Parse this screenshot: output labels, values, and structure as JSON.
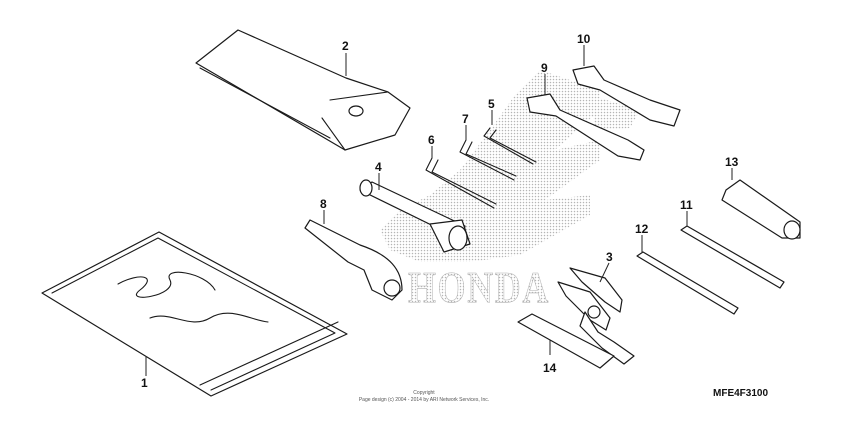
{
  "diagram": {
    "parts": [
      {
        "id": "tool-bag-manual",
        "number": "1"
      },
      {
        "id": "tool-case",
        "number": "2"
      },
      {
        "id": "pliers",
        "number": "3"
      },
      {
        "id": "spark-plug-wrench",
        "number": "4"
      },
      {
        "id": "hex-wrench-small",
        "number": "5"
      },
      {
        "id": "hex-wrench-large",
        "number": "6"
      },
      {
        "id": "hex-wrench-medium",
        "number": "7"
      },
      {
        "id": "pin-spanner",
        "number": "8"
      },
      {
        "id": "open-end-wrench-a",
        "number": "9"
      },
      {
        "id": "open-end-wrench-b",
        "number": "10"
      },
      {
        "id": "screwdriver-phillips",
        "number": "11"
      },
      {
        "id": "screwdriver-flat",
        "number": "12"
      },
      {
        "id": "screwdriver-handle",
        "number": "13"
      },
      {
        "id": "tool-sleeve",
        "number": "14"
      }
    ],
    "watermark_text": "HONDA",
    "copyright_line1": "Copyright",
    "copyright_line2": "Page design (c) 2004 - 2014 by ARI Network Services, Inc.",
    "figure_code": "MFE4F3100"
  }
}
